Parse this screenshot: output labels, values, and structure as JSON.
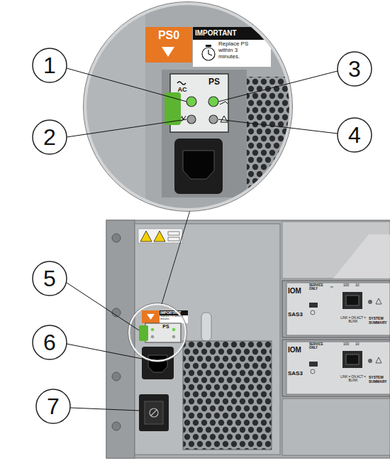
{
  "diagram": {
    "labels": [
      "1",
      "2",
      "3",
      "4",
      "5",
      "6",
      "7",
      "PS0",
      "IMPORTANT",
      "Replace PS within 3 minutes.",
      "AC",
      "PS",
      "IMPORTANT",
      "Replace PS within 3 minutes.",
      "PS",
      "IOM",
      "SAS3",
      "SERVICE ONLY",
      "100",
      "10",
      "LINK = ON ACT = BLINK",
      "SYSTEM SUMMARY",
      "IOM",
      "SAS3",
      "SERVICE ONLY",
      "100",
      "10",
      "LINK = ON ACT = BLINK",
      "SYSTEM SUMMARY"
    ]
  }
}
